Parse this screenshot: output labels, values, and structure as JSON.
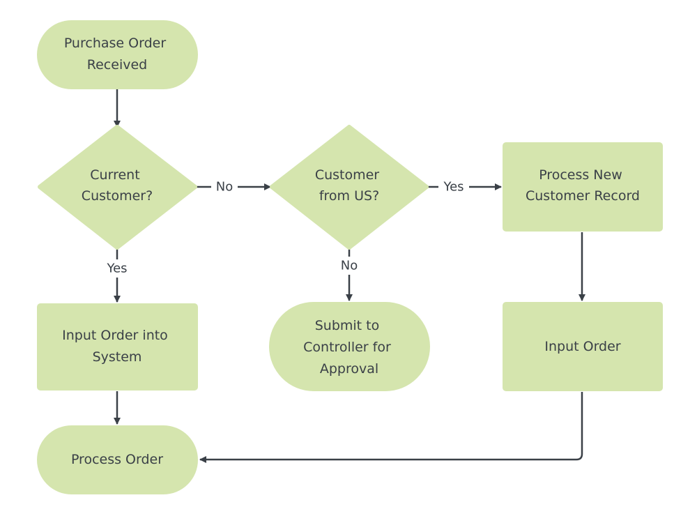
{
  "diagram": {
    "colors": {
      "node_fill": "#d5e5ae",
      "node_text": "#3a4047",
      "connector": "#3a4047",
      "background": "#ffffff"
    },
    "nodes": {
      "purchase_order_received": {
        "shape": "rounded-terminal",
        "lines": [
          "Purchase Order",
          "Received"
        ]
      },
      "current_customer": {
        "shape": "decision",
        "lines": [
          "Current",
          "Customer?"
        ]
      },
      "customer_from_us": {
        "shape": "decision",
        "lines": [
          "Customer",
          "from US?"
        ]
      },
      "process_new_customer_record": {
        "shape": "process",
        "lines": [
          "Process New",
          "Customer Record"
        ]
      },
      "input_order_into_system": {
        "shape": "process",
        "lines": [
          "Input Order into",
          "System"
        ]
      },
      "submit_to_controller": {
        "shape": "rounded-terminal",
        "lines": [
          "Submit to",
          "Controller for",
          "Approval"
        ]
      },
      "input_order": {
        "shape": "process",
        "lines": [
          "Input Order"
        ]
      },
      "process_order": {
        "shape": "rounded-terminal",
        "lines": [
          "Process Order"
        ]
      }
    },
    "edges": {
      "received_to_current": {
        "from": "purchase_order_received",
        "to": "current_customer",
        "label": ""
      },
      "current_to_us": {
        "from": "current_customer",
        "to": "customer_from_us",
        "label": "No"
      },
      "current_to_input_system": {
        "from": "current_customer",
        "to": "input_order_into_system",
        "label": "Yes"
      },
      "us_to_new_record": {
        "from": "customer_from_us",
        "to": "process_new_customer_record",
        "label": "Yes"
      },
      "us_to_submit": {
        "from": "customer_from_us",
        "to": "submit_to_controller",
        "label": "No"
      },
      "new_record_to_input_order": {
        "from": "process_new_customer_record",
        "to": "input_order",
        "label": ""
      },
      "input_system_to_process": {
        "from": "input_order_into_system",
        "to": "process_order",
        "label": ""
      },
      "input_order_to_process": {
        "from": "input_order",
        "to": "process_order",
        "label": ""
      }
    }
  }
}
